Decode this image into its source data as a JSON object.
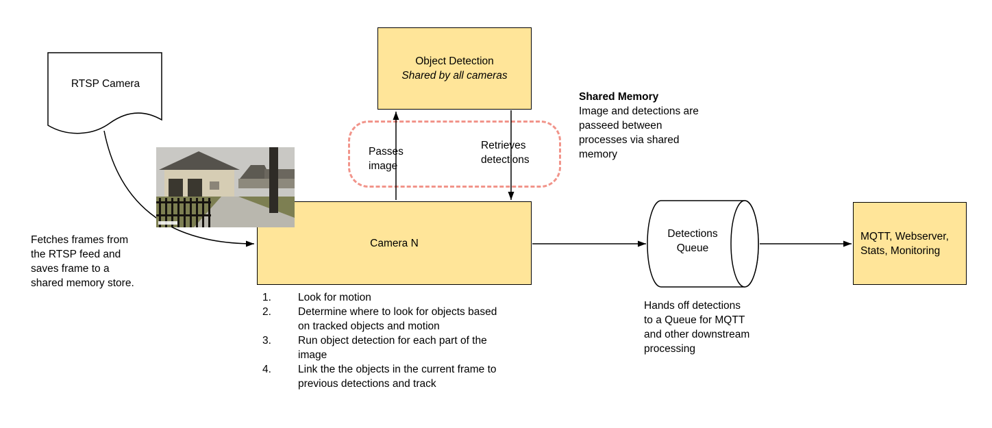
{
  "colors": {
    "background": "#ffffff",
    "node_fill": "#ffe599",
    "node_border": "#000000",
    "shared_memory_outline": "#f1948a",
    "connector": "#000000"
  },
  "nodes": {
    "rtsp_camera": {
      "label": "RTSP Camera"
    },
    "object_detection": {
      "title": "Object Detection",
      "subtitle": "Shared by all cameras"
    },
    "camera_n": {
      "label": "Camera N"
    },
    "detections_queue": {
      "label": "Detections Queue"
    },
    "outputs": {
      "label": "MQTT, Webserver, Stats, Monitoring"
    }
  },
  "edges": {
    "passes_image": "Passes image",
    "retrieves_detections": "Retrieves detections"
  },
  "annotations": {
    "fetch_note": "Fetches frames from the RTSP feed and saves frame to a shared memory store.",
    "shared_memory_title": "Shared Memory",
    "shared_memory_body": "Image and detections are passeed between processes via shared memory",
    "queue_note": "Hands off detections to a Queue for MQTT and other downstream processing",
    "camera_steps": [
      {
        "num": "1.",
        "text": "Look for motion"
      },
      {
        "num": "2.",
        "text": "Determine where to look for objects based on tracked objects and motion"
      },
      {
        "num": "3.",
        "text": "Run object detection for each part of the image"
      },
      {
        "num": "4.",
        "text": "Link the the objects in the current frame to previous detections and track"
      }
    ]
  }
}
